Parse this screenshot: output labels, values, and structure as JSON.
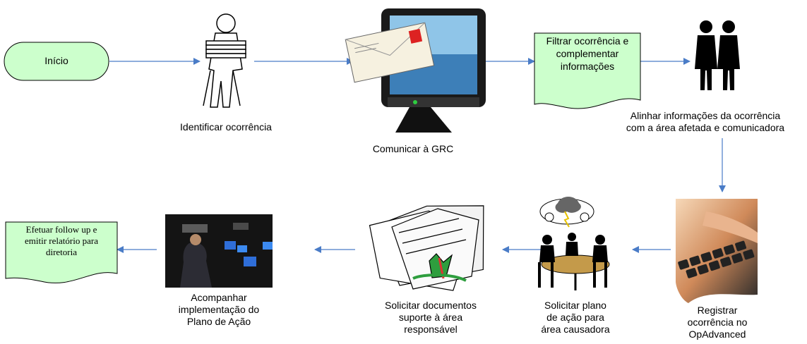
{
  "nodes": {
    "start": {
      "text": "Início"
    },
    "identify": {
      "caption": "Identificar ocorrência"
    },
    "communicate": {
      "caption": "Comunicar à GRC"
    },
    "filter": {
      "line1": "Filtrar ocorrência e",
      "line2": "complementar",
      "line3": "informações"
    },
    "align": {
      "line1": "Alinhar informações da ocorrência",
      "line2": "com a área afetada e comunicadora"
    },
    "register": {
      "line1": "Registrar",
      "line2": "ocorrência no",
      "line3": "OpAdvanced"
    },
    "action_plan": {
      "line1": "Solicitar plano",
      "line2": "de ação para",
      "line3": "área causadora"
    },
    "documents": {
      "line1": "Solicitar documentos",
      "line2": "suporte à área",
      "line3": "responsável"
    },
    "monitor": {
      "line1": "Acompanhar",
      "line2": "implementação do",
      "line3": "Plano de Ação"
    },
    "followup": {
      "line1": "Efetuar follow up e",
      "line2": "emitir relatório para",
      "line3": "diretoria"
    }
  },
  "colors": {
    "terminator_fill": "#ccffcc",
    "document_fill": "#ccffcc",
    "arrow": "#4a7cc7",
    "outline": "#000000"
  },
  "icons": {
    "identify": "person-carrying-papers-icon",
    "communicate": "computer-monitor-envelope-icon",
    "align": "two-people-icon",
    "register": "typing-keyboard-photo",
    "action_plan": "meeting-table-icon",
    "documents": "scattered-documents-icon",
    "monitor": "control-room-photo"
  }
}
